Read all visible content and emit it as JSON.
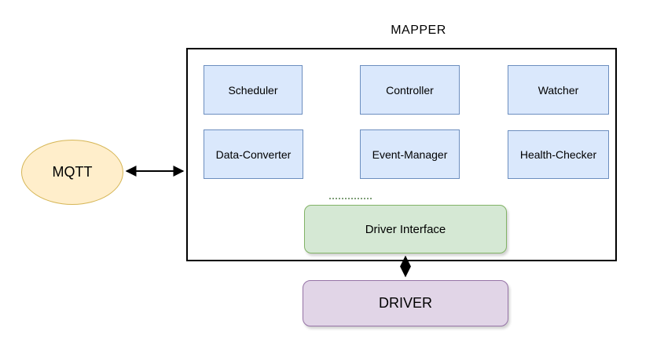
{
  "diagram": {
    "title": "MAPPER",
    "nodes": {
      "mqtt": {
        "label": "MQTT",
        "shape": "ellipse"
      },
      "scheduler": {
        "label": "Scheduler",
        "shape": "rectangle"
      },
      "controller": {
        "label": "Controller",
        "shape": "rectangle"
      },
      "watcher": {
        "label": "Watcher",
        "shape": "rectangle"
      },
      "data_converter": {
        "label": "Data-Converter",
        "shape": "rectangle"
      },
      "event_manager": {
        "label": "Event-Manager",
        "shape": "rectangle"
      },
      "health_checker": {
        "label": "Health-Checker",
        "shape": "rectangle"
      },
      "driver_interface": {
        "label": "Driver Interface",
        "shape": "rounded-rectangle"
      },
      "driver": {
        "label": "DRIVER",
        "shape": "rounded-rectangle"
      }
    },
    "edges": [
      {
        "from": "MQTT",
        "to": "MAPPER",
        "type": "bidirectional-arrow"
      },
      {
        "from": "Driver Interface",
        "to": "DRIVER",
        "type": "bidirectional-arrow"
      }
    ],
    "colors": {
      "component_fill": "#dae8fc",
      "component_border": "#6c8ebf",
      "mqtt_fill": "#ffeecb",
      "mqtt_border": "#d6b656",
      "driver_interface_fill": "#d5e8d4",
      "driver_interface_border": "#82b366",
      "driver_fill": "#e1d5e7",
      "driver_border": "#9673a6",
      "outline": "#000000",
      "arrow": "#000000"
    }
  }
}
